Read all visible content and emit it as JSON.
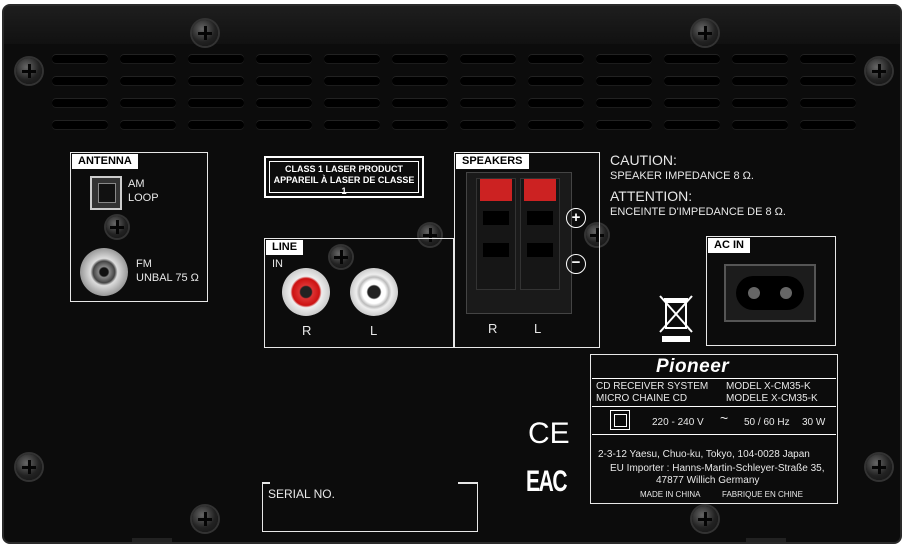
{
  "antenna": {
    "title": "ANTENNA",
    "am_line1": "AM",
    "am_line2": "LOOP",
    "fm_line1": "FM",
    "fm_line2": "UNBAL 75 Ω"
  },
  "laser_label": {
    "line1": "CLASS 1 LASER PRODUCT",
    "line2": "APPAREIL À LASER DE CLASSE 1"
  },
  "line_in": {
    "title": "LINE",
    "in_label": "IN",
    "r_label": "R",
    "l_label": "L"
  },
  "speakers": {
    "title": "SPEAKERS",
    "plus": "+",
    "minus": "−",
    "r_label": "R",
    "l_label": "L"
  },
  "caution": {
    "title": "CAUTION:",
    "text": "SPEAKER IMPEDANCE 8 Ω.",
    "title_fr": "ATTENTION:",
    "text_fr": "ENCEINTE D'IMPEDANCE DE 8 Ω."
  },
  "ac_in": {
    "title": "AC IN"
  },
  "rating": {
    "brand": "Pioneer",
    "product_en": "CD RECEIVER SYSTEM",
    "product_fr": "MICRO CHAINE CD",
    "model_en": "MODEL  X-CM35-K",
    "model_fr": "MODELE  X-CM35-K",
    "voltage": "220 - 240 V",
    "ac_symbol": "~",
    "frequency": "50 / 60 Hz",
    "power": "30 W",
    "address": "2-3-12 Yaesu, Chuo-ku, Tokyo, 104-0028 Japan",
    "importer_line1": "EU Importer : Hanns-Martin-Schleyer-Straße 35,",
    "importer_line2": "47877 Willich Germany",
    "made_in": "MADE IN CHINA",
    "fabrique": "FABRIQUE EN CHINE"
  },
  "marks": {
    "ce": "CE",
    "eac": "EAC"
  },
  "serial": {
    "label": "SERIAL NO."
  }
}
